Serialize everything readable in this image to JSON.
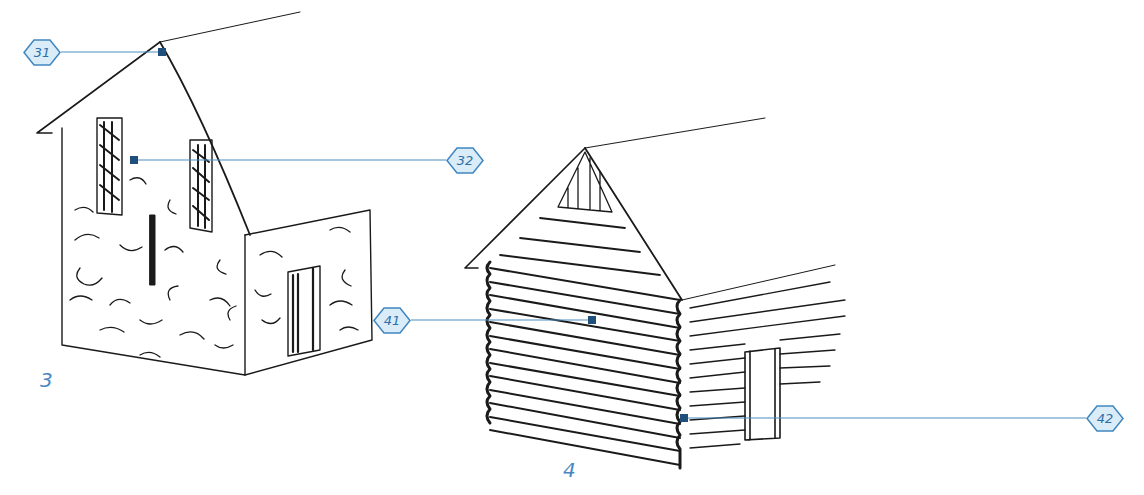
{
  "diagram": {
    "nodes": [
      {
        "text": [
          "31"
        ]
      },
      {
        "text": [
          "32"
        ]
      },
      {
        "text": [
          "41"
        ]
      },
      {
        "text": [
          "42"
        ]
      }
    ],
    "labels": [
      "3",
      "4"
    ]
  }
}
